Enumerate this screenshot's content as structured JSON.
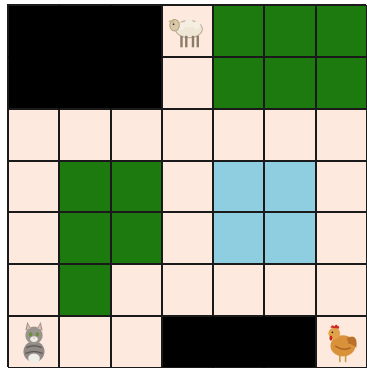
{
  "palette": {
    "floor": "#fde9dd",
    "grass": "#1c7a0e",
    "wall": "#000000",
    "water": "#8fcde0",
    "grid": "#1a1a1a"
  },
  "legend": {
    "F": "floor",
    "G": "grass",
    "W": "wall",
    "B": "water"
  },
  "grid": {
    "rows": 7,
    "cols": 7,
    "cells": [
      [
        "W",
        "W",
        "W",
        "F",
        "G",
        "G",
        "G"
      ],
      [
        "W",
        "W",
        "W",
        "F",
        "G",
        "G",
        "G"
      ],
      [
        "F",
        "F",
        "F",
        "F",
        "F",
        "F",
        "F"
      ],
      [
        "F",
        "G",
        "G",
        "F",
        "B",
        "B",
        "F"
      ],
      [
        "F",
        "G",
        "G",
        "F",
        "B",
        "B",
        "F"
      ],
      [
        "F",
        "G",
        "F",
        "F",
        "F",
        "F",
        "F"
      ],
      [
        "F",
        "F",
        "F",
        "W",
        "W",
        "W",
        "F"
      ]
    ]
  },
  "entities": [
    {
      "name": "sheep",
      "icon": "sheep-icon",
      "row": 0,
      "col": 3
    },
    {
      "name": "cat",
      "icon": "cat-icon",
      "row": 6,
      "col": 0
    },
    {
      "name": "hen",
      "icon": "hen-icon",
      "row": 6,
      "col": 6
    }
  ]
}
